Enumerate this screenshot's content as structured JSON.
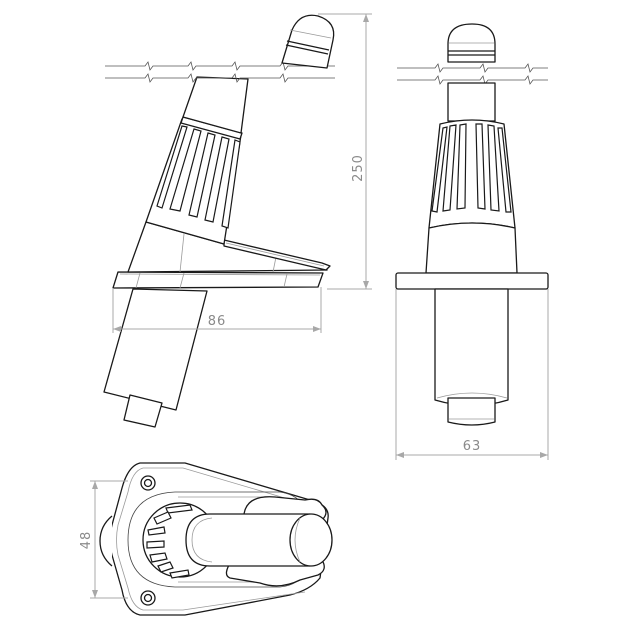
{
  "drawing": {
    "type": "technical drawing",
    "views": [
      {
        "name": "side-view",
        "description": "angled side view mounted through deck"
      },
      {
        "name": "front-view",
        "description": "front elevation"
      },
      {
        "name": "top-view",
        "description": "plan view of base"
      }
    ],
    "dimensions": {
      "height": {
        "label": "250",
        "orientation": "vertical"
      },
      "side_width": {
        "label": "86",
        "orientation": "horizontal"
      },
      "front_width": {
        "label": "63",
        "orientation": "horizontal"
      },
      "base_depth": {
        "label": "48",
        "orientation": "vertical"
      }
    },
    "colors": {
      "outline": "#1a1a1a",
      "dimension_line": "#a8a8a8",
      "dimension_text": "#8a8a8a",
      "background": "#ffffff"
    }
  }
}
